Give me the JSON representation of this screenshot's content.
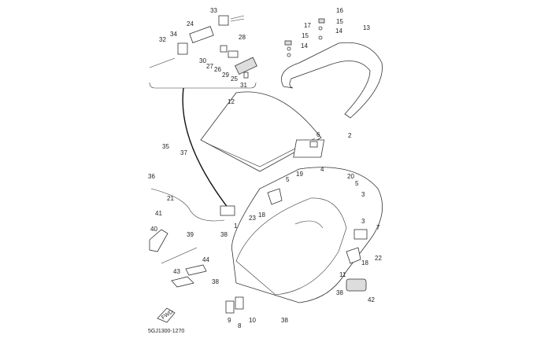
{
  "diagram": {
    "code": "5GJ1300-1270",
    "fwd_label": "FWD",
    "labels": [
      "33",
      "24",
      "28",
      "34",
      "32",
      "30",
      "27",
      "26",
      "29",
      "25",
      "31",
      "17",
      "16",
      "15",
      "15",
      "14",
      "14",
      "13",
      "12",
      "6",
      "2",
      "35",
      "37",
      "36",
      "4",
      "19",
      "20",
      "5",
      "5",
      "3",
      "3",
      "18",
      "21",
      "23",
      "7",
      "1",
      "41",
      "40",
      "39",
      "38",
      "22",
      "18",
      "44",
      "43",
      "38",
      "11",
      "38",
      "42",
      "10",
      "9",
      "8",
      "38"
    ]
  }
}
